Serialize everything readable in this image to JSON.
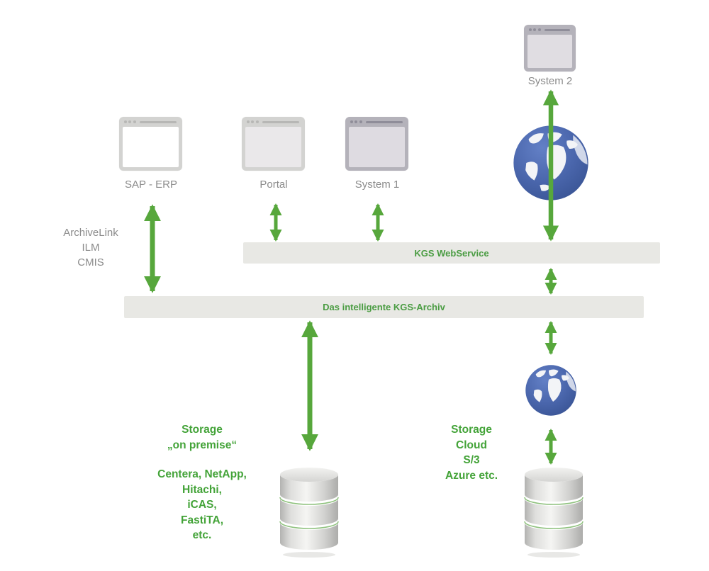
{
  "systems": [
    {
      "label": "SAP - ERP"
    },
    {
      "label": "Portal"
    },
    {
      "label": "System 1"
    },
    {
      "label": "System 2"
    }
  ],
  "protocols": {
    "lines": [
      "ArchiveLink",
      "ILM",
      "CMIS"
    ]
  },
  "bars": {
    "webservice": "KGS WebService",
    "archiv": "Das intelligente KGS-Archiv"
  },
  "storage_on_premise": {
    "title_lines": [
      "Storage",
      "„on premise“"
    ],
    "vendor_lines": [
      "Centera, NetApp,",
      "Hitachi,",
      "iCAS,",
      "FastiTA,",
      "etc."
    ]
  },
  "storage_cloud": {
    "lines": [
      "Storage",
      "Cloud",
      "S/3",
      "Azure etc."
    ]
  },
  "colors": {
    "arrow_green": "#57a73c",
    "text_green": "#43a338",
    "bar_text_green": "#4a9c42",
    "gray_text": "#8b8b8b",
    "bar_bg": "#e8e8e4",
    "globe_blue": "#4a66ac"
  }
}
